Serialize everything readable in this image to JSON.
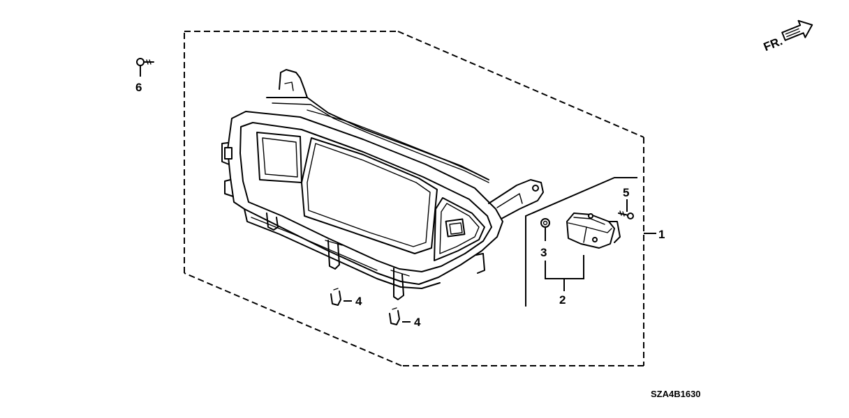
{
  "diagram": {
    "direction_label": "FR.",
    "part_code": "SZA4B1630",
    "callouts": [
      {
        "id": "1",
        "text": "1"
      },
      {
        "id": "2",
        "text": "2"
      },
      {
        "id": "3",
        "text": "3"
      },
      {
        "id": "4a",
        "text": "4"
      },
      {
        "id": "4b",
        "text": "4"
      },
      {
        "id": "5",
        "text": "5"
      },
      {
        "id": "6",
        "text": "6"
      }
    ]
  }
}
